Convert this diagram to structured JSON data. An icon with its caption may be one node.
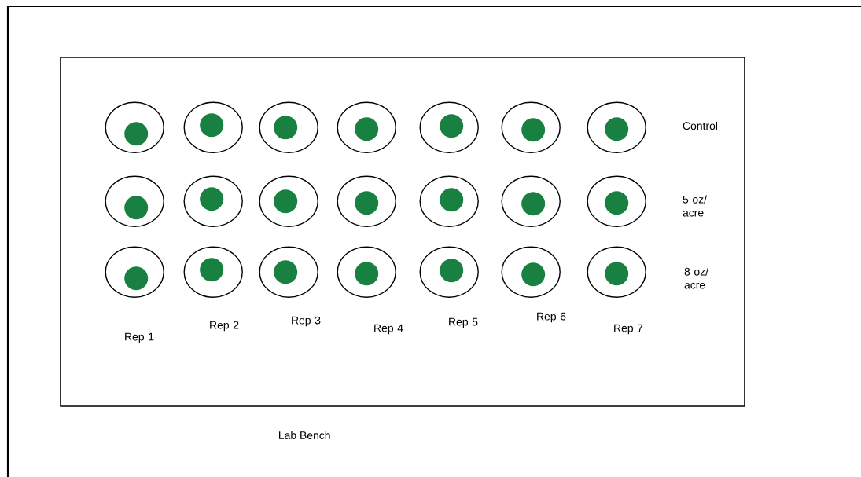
{
  "diagram": {
    "nodes": [
      {
        "text": [
          "Lab Bench"
        ]
      },
      {
        "text": [],
        "shape": "circle",
        "in": 0
      },
      {
        "text": [],
        "shape": "circle",
        "in": 0
      },
      {
        "text": [],
        "shape": "circle",
        "in": 0
      },
      {
        "text": [],
        "shape": "circle",
        "in": 0
      },
      {
        "text": [],
        "shape": "circle",
        "in": 0
      },
      {
        "text": [],
        "shape": "circle",
        "in": 0
      },
      {
        "text": [],
        "shape": "circle",
        "in": 0
      },
      {
        "text": [],
        "shape": "circle",
        "in": 0
      },
      {
        "text": [],
        "shape": "circle",
        "in": 0
      },
      {
        "text": [],
        "shape": "circle",
        "in": 0
      },
      {
        "text": [],
        "shape": "circle",
        "in": 0
      },
      {
        "text": [],
        "shape": "circle",
        "in": 0
      },
      {
        "text": [],
        "shape": "circle",
        "in": 0
      },
      {
        "text": [],
        "shape": "circle",
        "in": 0
      },
      {
        "text": [],
        "shape": "circle",
        "in": 0
      },
      {
        "text": [],
        "shape": "circle",
        "in": 0
      },
      {
        "text": [],
        "shape": "circle",
        "in": 0
      },
      {
        "text": [],
        "shape": "circle",
        "in": 0
      },
      {
        "text": [],
        "shape": "circle",
        "in": 0
      },
      {
        "text": [],
        "shape": "circle",
        "in": 0
      },
      {
        "text": [],
        "shape": "circle",
        "in": 0
      }
    ],
    "labels": [
      "Control",
      "5 oz/ acre",
      "8 oz/ acre",
      "Rep 1",
      "Rep 2",
      "Rep 3",
      "Rep 4",
      "Rep 5",
      "Rep 6",
      "Rep 7"
    ]
  }
}
